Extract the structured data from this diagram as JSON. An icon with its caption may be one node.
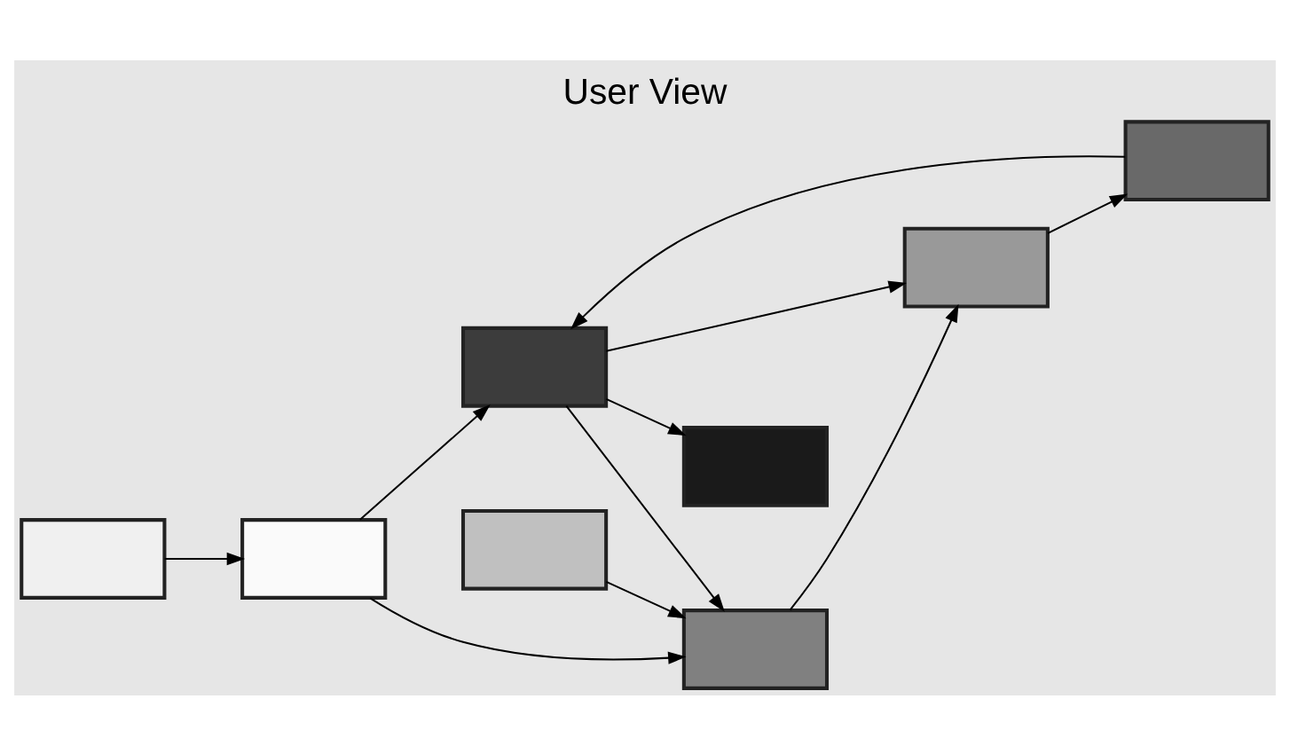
{
  "diagram": {
    "title": "User View",
    "nodes": [
      {
        "text": [],
        "shape": "box"
      },
      {
        "text": [],
        "shape": "box"
      },
      {
        "text": [],
        "shape": "box"
      },
      {
        "text": [],
        "shape": "box"
      },
      {
        "text": [],
        "shape": "box"
      },
      {
        "text": [],
        "shape": "box"
      },
      {
        "text": [],
        "shape": "box"
      },
      {
        "text": [],
        "shape": "box"
      }
    ],
    "edges": [
      {
        "from": 4,
        "to": 0,
        "arrow": "to"
      },
      {
        "from": 1,
        "to": 4,
        "arrow": "to"
      },
      {
        "from": 3,
        "to": 1,
        "arrow": "to"
      },
      {
        "from": 4,
        "to": 3,
        "arrow": "to"
      },
      {
        "from": 2,
        "to": 7,
        "arrow": "to"
      },
      {
        "from": 7,
        "to": 4,
        "arrow": "to"
      },
      {
        "from": 4,
        "to": 6,
        "arrow": "to"
      },
      {
        "from": 7,
        "to": 6,
        "arrow": "to"
      },
      {
        "from": 6,
        "to": 3,
        "arrow": "to"
      },
      {
        "from": 5,
        "to": 6,
        "arrow": "to"
      }
    ]
  }
}
